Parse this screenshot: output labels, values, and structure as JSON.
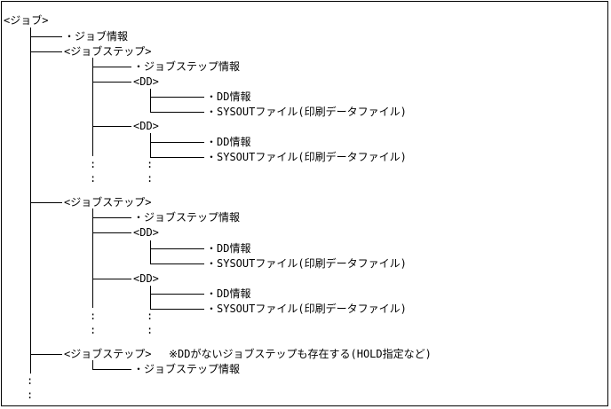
{
  "diagram": {
    "root": "<ジョブ>",
    "job_info": "・ジョブ情報",
    "step": "<ジョブステップ>",
    "step_info": "・ジョブステップ情報",
    "dd": "<DD>",
    "dd_info": "・DD情報",
    "sysout": "・SYSOUTファイル(印刷データファイル)",
    "step_note": "※DDがないジョブステップも存在する(HOLD指定など)",
    "colon": ":"
  }
}
